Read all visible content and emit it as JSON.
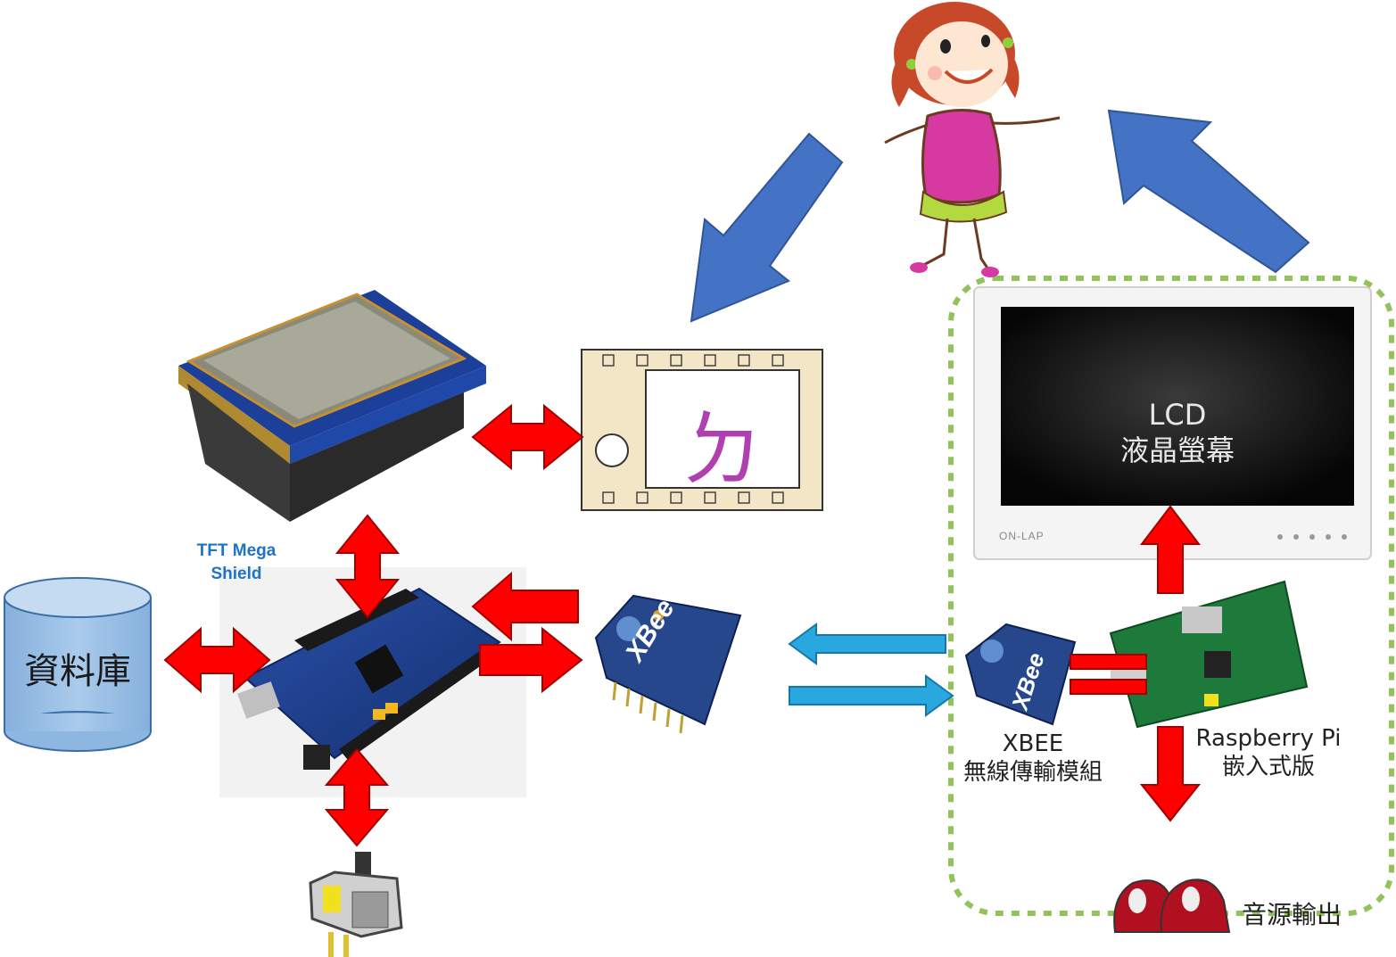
{
  "labels": {
    "database": "資料庫",
    "tft_line1": "TFT Mega",
    "tft_line2": "Shield",
    "lcd_line1": "LCD",
    "lcd_line2": "液晶螢幕",
    "xbee_line1": "XBEE",
    "xbee_line2": "無線傳輸模組",
    "pi_line1": "Raspberry Pi",
    "pi_line2": "嵌入式版",
    "audio": "音源輸出",
    "card_char": "ㄉ",
    "xbee_chip_text": "XBee",
    "lcd_brand": "ON-LAP"
  },
  "colors": {
    "red_arrow": "#ff0000",
    "blue_arrow": "#4472c4",
    "cyan_arrow": "#29a8df",
    "dashed_border": "#92c25a",
    "database": "#9dc3e6",
    "card_char": "#b040b0"
  }
}
